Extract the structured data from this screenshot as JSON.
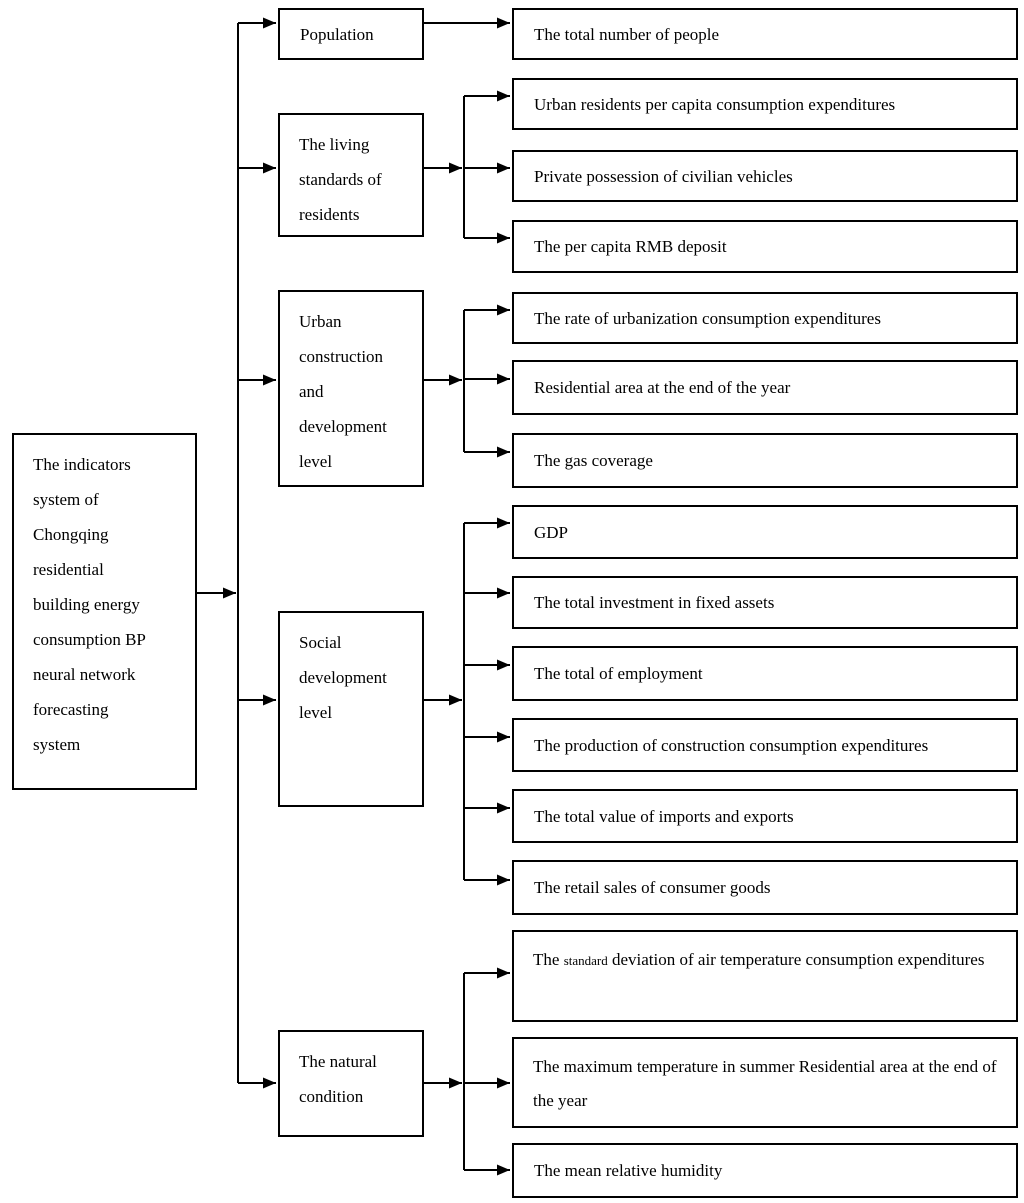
{
  "title": "Indicators system hierarchy diagram",
  "colors": {
    "line": "#000000",
    "text": "#000000",
    "background": "#ffffff"
  },
  "root": {
    "text": "The indicators\nsystem of\nChongqing\nresidential\nbuilding energy\nconsumption BP\nneural network\nforecasting\nsystem"
  },
  "categories": [
    {
      "id": "population",
      "label": "Population"
    },
    {
      "id": "living-standards",
      "label": "The living\nstandards of\nresidents"
    },
    {
      "id": "urban-construction",
      "label": "Urban\nconstruction\nand\ndevelopment\nlevel"
    },
    {
      "id": "social-development",
      "label": "Social\ndevelopment\nlevel"
    },
    {
      "id": "natural-condition",
      "label": "The natural\ncondition"
    }
  ],
  "leaves": [
    {
      "text": "The total number of people",
      "parent": "population"
    },
    {
      "text": "Urban residents per capita consumption expenditures",
      "parent": "living-standards"
    },
    {
      "text": "Private possession of civilian vehicles",
      "parent": "living-standards"
    },
    {
      "text": "The per capita RMB deposit",
      "parent": "living-standards"
    },
    {
      "text": "The rate of urbanization consumption expenditures",
      "parent": "urban-construction"
    },
    {
      "text": "Residential area at the end of the year",
      "parent": "urban-construction"
    },
    {
      "text": "The gas coverage",
      "parent": "urban-construction"
    },
    {
      "text": "GDP",
      "parent": "social-development"
    },
    {
      "text": "The total investment in fixed assets",
      "parent": "social-development"
    },
    {
      "text": "The total of employment",
      "parent": "social-development"
    },
    {
      "text": "The production of construction consumption expenditures",
      "parent": "social-development"
    },
    {
      "text": "The total value of imports and exports",
      "parent": "social-development"
    },
    {
      "text": "The retail sales of consumer goods",
      "parent": "social-development"
    },
    {
      "prefix": "The ",
      "small": "standard",
      "rest": " deviation of air temperature consumption expenditures",
      "parent": "natural-condition"
    },
    {
      "text": "The maximum temperature in summer Residential area at the end of the year",
      "parent": "natural-condition"
    },
    {
      "text": "The mean relative humidity",
      "parent": "natural-condition"
    }
  ]
}
